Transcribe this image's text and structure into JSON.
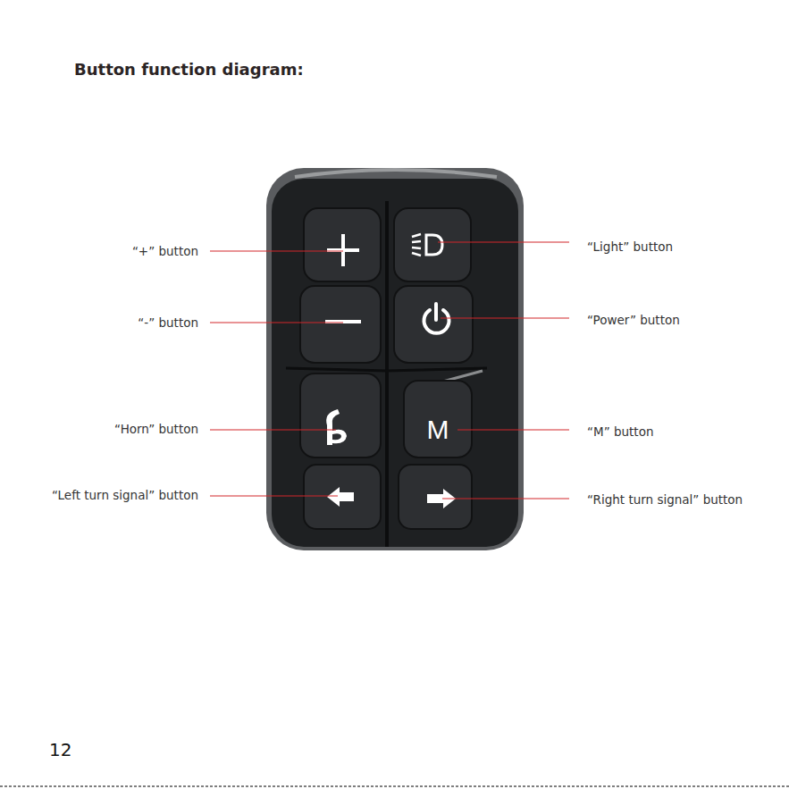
{
  "diagram": {
    "title": "Button function diagram:",
    "labels": [
      "“+” button",
      "“Light” button",
      "“-” button",
      "“Power” button",
      "“Horn” button",
      "M",
      "“M” button",
      "“Left turn signal” button",
      "“Right turn signal” button",
      "12"
    ]
  }
}
